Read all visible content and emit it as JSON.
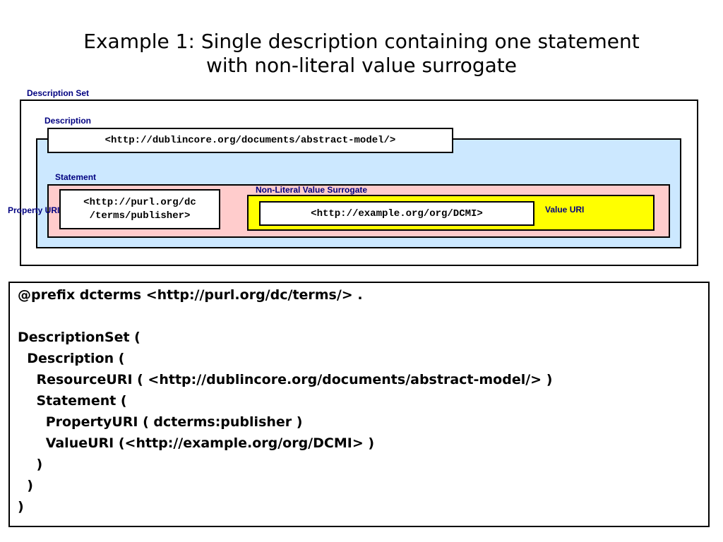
{
  "title": {
    "line1": "Example 1: Single description containing one statement",
    "line2": "with non-literal value surrogate"
  },
  "diagram": {
    "description_set_label": "Description Set",
    "description_label": "Description",
    "resource_uri": "<http://dublincore.org/documents/abstract-model/>",
    "statement_label": "Statement",
    "property_uri_label": "Property URI",
    "property_uri_line1": "<http://purl.org/dc",
    "property_uri_line2": "/terms/publisher>",
    "surrogate_label": "Non-Literal Value Surrogate",
    "value_uri_label": "Value URI",
    "value_uri": "<http://example.org/org/DCMI>",
    "colors": {
      "description_fill": "#cce8ff",
      "statement_fill": "#ffcccc",
      "surrogate_fill": "#ffff00",
      "label_blue": "#000080"
    }
  },
  "code": {
    "lines": [
      "@prefix dcterms <http://purl.org/dc/terms/> .",
      "",
      "DescriptionSet (",
      "  Description (",
      "    ResourceURI ( <http://dublincore.org/documents/abstract-model/> )",
      "    Statement (",
      "      PropertyURI ( dcterms:publisher )",
      "      ValueURI (<http://example.org/org/DCMI> )",
      "    )",
      "  )",
      ")"
    ]
  }
}
